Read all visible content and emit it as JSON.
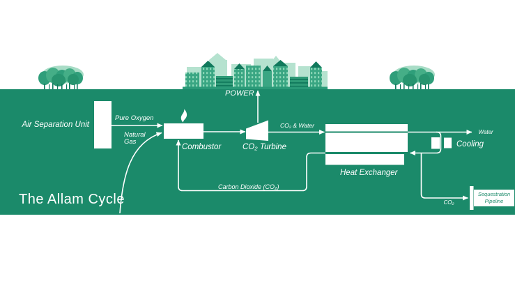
{
  "title": "The Allam Cycle",
  "labels": {
    "asu": "Air Separation Unit",
    "pure_oxygen": "Pure Oxygen",
    "natural_gas": "Natural\nGas",
    "combustor": "Combustor",
    "power": "POWER",
    "co2_turbine": "CO₂ Turbine",
    "co2_water": "CO₂ & Water",
    "heat_exchanger": "Heat Exchanger",
    "water": "Water",
    "cooling": "Cooling",
    "carbon_dioxide": "Carbon Dioxide (CO₂)",
    "co2": "CO₂",
    "sequestration": "Sequestration\nPipeline"
  },
  "icons": {
    "flame": "flame-icon",
    "arrowhead": "arrow-icon"
  },
  "colors": {
    "band_green": "#1b8a6a",
    "diagram_white": "#ffffff",
    "city_foreground": "#3aa683",
    "city_background": "#b5e2cf",
    "city_detail_dark": "#11795c",
    "city_window": "#8ad6b6",
    "city_ground": "#2a9a78",
    "tree_dark": "#2f9e7a",
    "tree_mid": "#45ae87",
    "tree_light": "#a8dcc6",
    "trunk": "#0f7a5e"
  }
}
